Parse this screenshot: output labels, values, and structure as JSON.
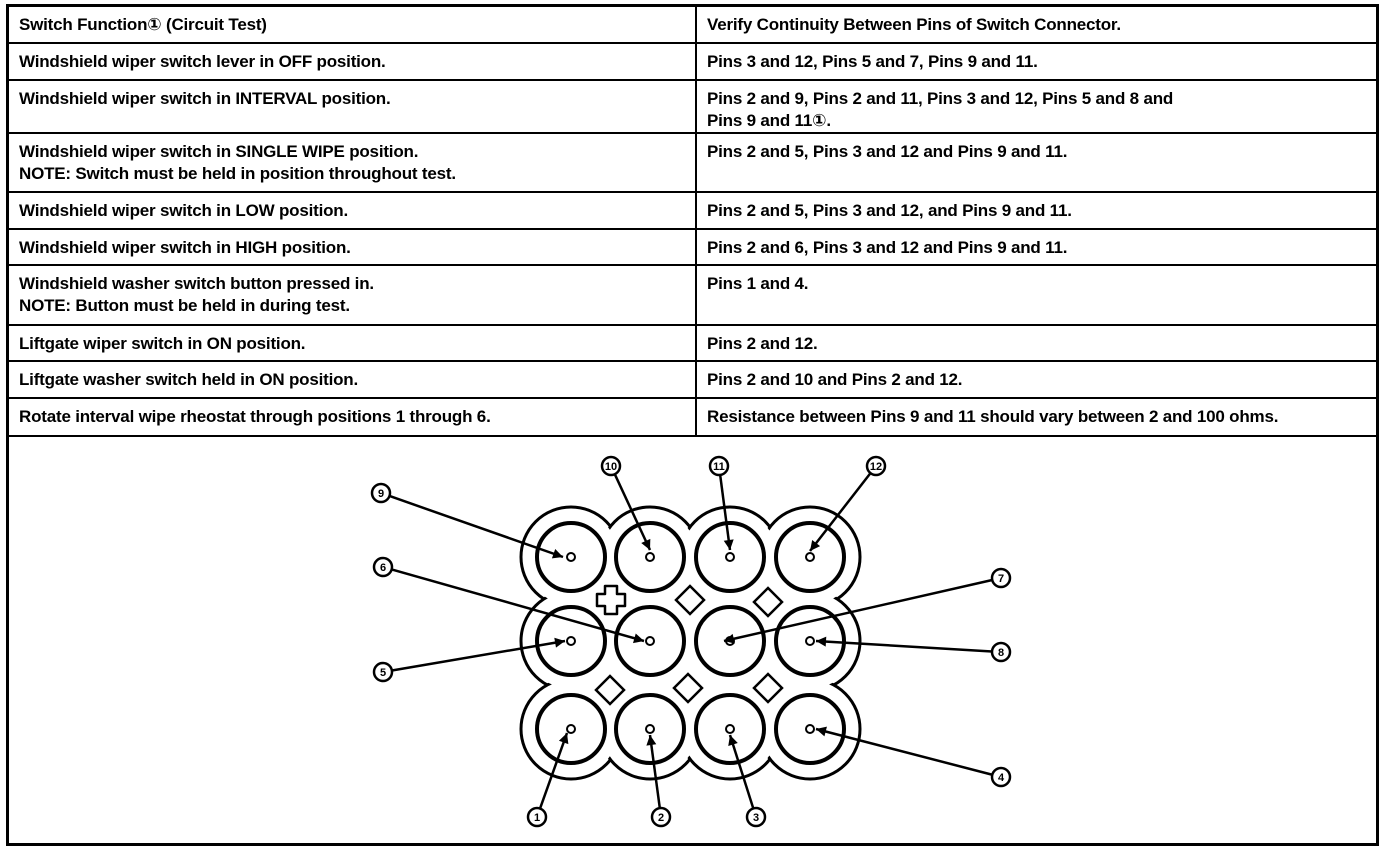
{
  "table": {
    "header": {
      "col1": "Switch Function① (Circuit Test)",
      "col2": "Verify Continuity Between Pins of Switch Connector."
    },
    "rows": [
      {
        "function": "Windshield wiper switch lever in OFF position.",
        "note": "",
        "result": "Pins 3 and 12, Pins 5 and 7, Pins 9 and 11.",
        "result2": ""
      },
      {
        "function": "Windshield wiper switch in INTERVAL position.",
        "note": "",
        "result": "Pins 2 and 9, Pins 2 and 11, Pins 3 and 12, Pins 5 and 8 and",
        "result2": "Pins 9 and 11①."
      },
      {
        "function": "Windshield wiper switch in SINGLE WIPE position.",
        "note": "NOTE: Switch must be held in position throughout test.",
        "result": "Pins 2 and 5, Pins 3 and 12 and Pins 9 and 11.",
        "result2": ""
      },
      {
        "function": "Windshield wiper switch in LOW position.",
        "note": "",
        "result": "Pins 2 and 5, Pins 3 and 12, and Pins 9 and 11.",
        "result2": ""
      },
      {
        "function": "Windshield wiper switch in HIGH position.",
        "note": "",
        "result": "Pins 2 and 6, Pins 3 and 12 and Pins 9 and 11.",
        "result2": ""
      },
      {
        "function": "Windshield washer switch button pressed in.",
        "note": "NOTE: Button must be held in during test.",
        "result": "Pins 1 and 4.",
        "result2": ""
      },
      {
        "function": "Liftgate wiper switch in ON position.",
        "note": "",
        "result": "Pins 2 and 12.",
        "result2": ""
      },
      {
        "function": "Liftgate washer switch held in ON position.",
        "note": "",
        "result": "Pins 2 and 10 and Pins 2 and 12.",
        "result2": ""
      },
      {
        "function": "Rotate interval wipe rheostat through positions 1 through 6.",
        "note": "",
        "result": "Resistance between Pins 9 and 11 should vary between 2 and 100 ohms.",
        "result2": ""
      }
    ]
  },
  "diagram": {
    "pin_labels": [
      "1",
      "2",
      "3",
      "4",
      "5",
      "6",
      "7",
      "8",
      "9",
      "10",
      "11",
      "12"
    ]
  }
}
